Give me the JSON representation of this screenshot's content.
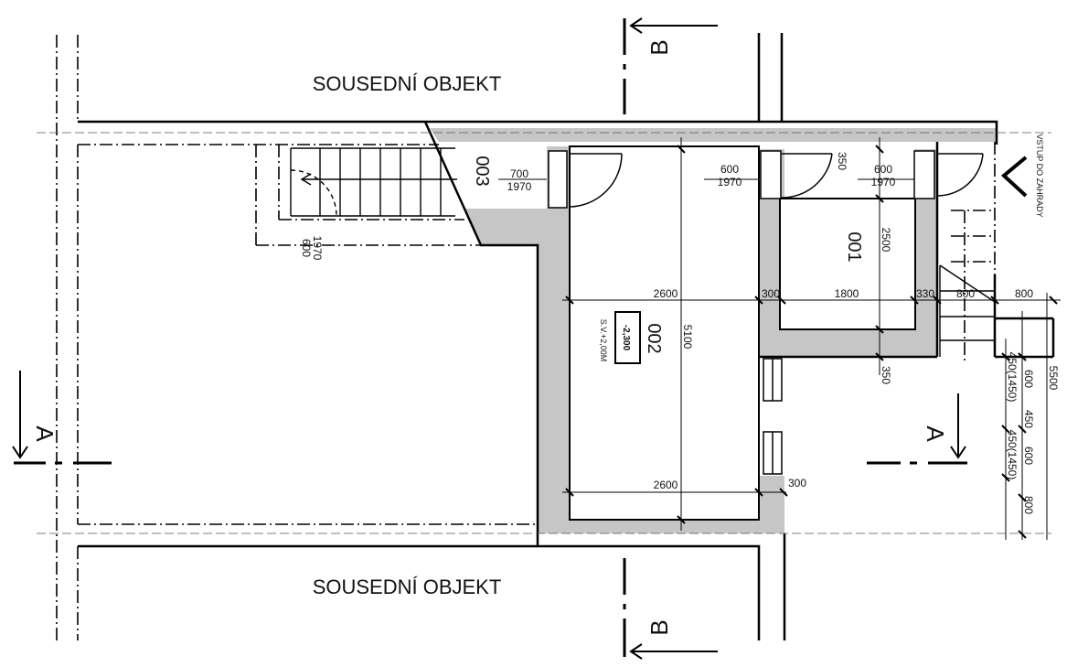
{
  "neighbors": {
    "top": "SOUSEDNÍ OBJEKT",
    "bottom": "SOUSEDNÍ OBJEKT"
  },
  "section_marks": {
    "b_top": "B",
    "b_bottom": "B",
    "a_left": "A",
    "a_right": "A"
  },
  "rooms": {
    "r001": "001",
    "r002": "002",
    "r003": "003"
  },
  "level": {
    "value": "-2,300",
    "note": "S.V.+2,00M"
  },
  "entry_label": "VSTUP DO ZAHRADY",
  "doors": {
    "d1_w": "700",
    "d1_h": "1970",
    "d2_w": "600",
    "d2_h": "1970",
    "d3_w": "600",
    "d3_h": "1970",
    "d4_w": "600",
    "d4_h": "1970"
  },
  "dims": {
    "w2600_top": "2600",
    "w300_a": "300",
    "w1800": "1800",
    "w330": "330",
    "w800_a": "800",
    "w800_b": "800",
    "h350_a": "350",
    "h2500": "2500",
    "h350_b": "350",
    "h5100": "5100",
    "w2600_bot": "2600",
    "w300_b": "300",
    "v600_a": "600",
    "v450_a": "450",
    "v600_b": "600",
    "v800": "800",
    "v1450_a": "450(1450)",
    "v1450_b": "450(1450)",
    "v5500": "5500"
  }
}
